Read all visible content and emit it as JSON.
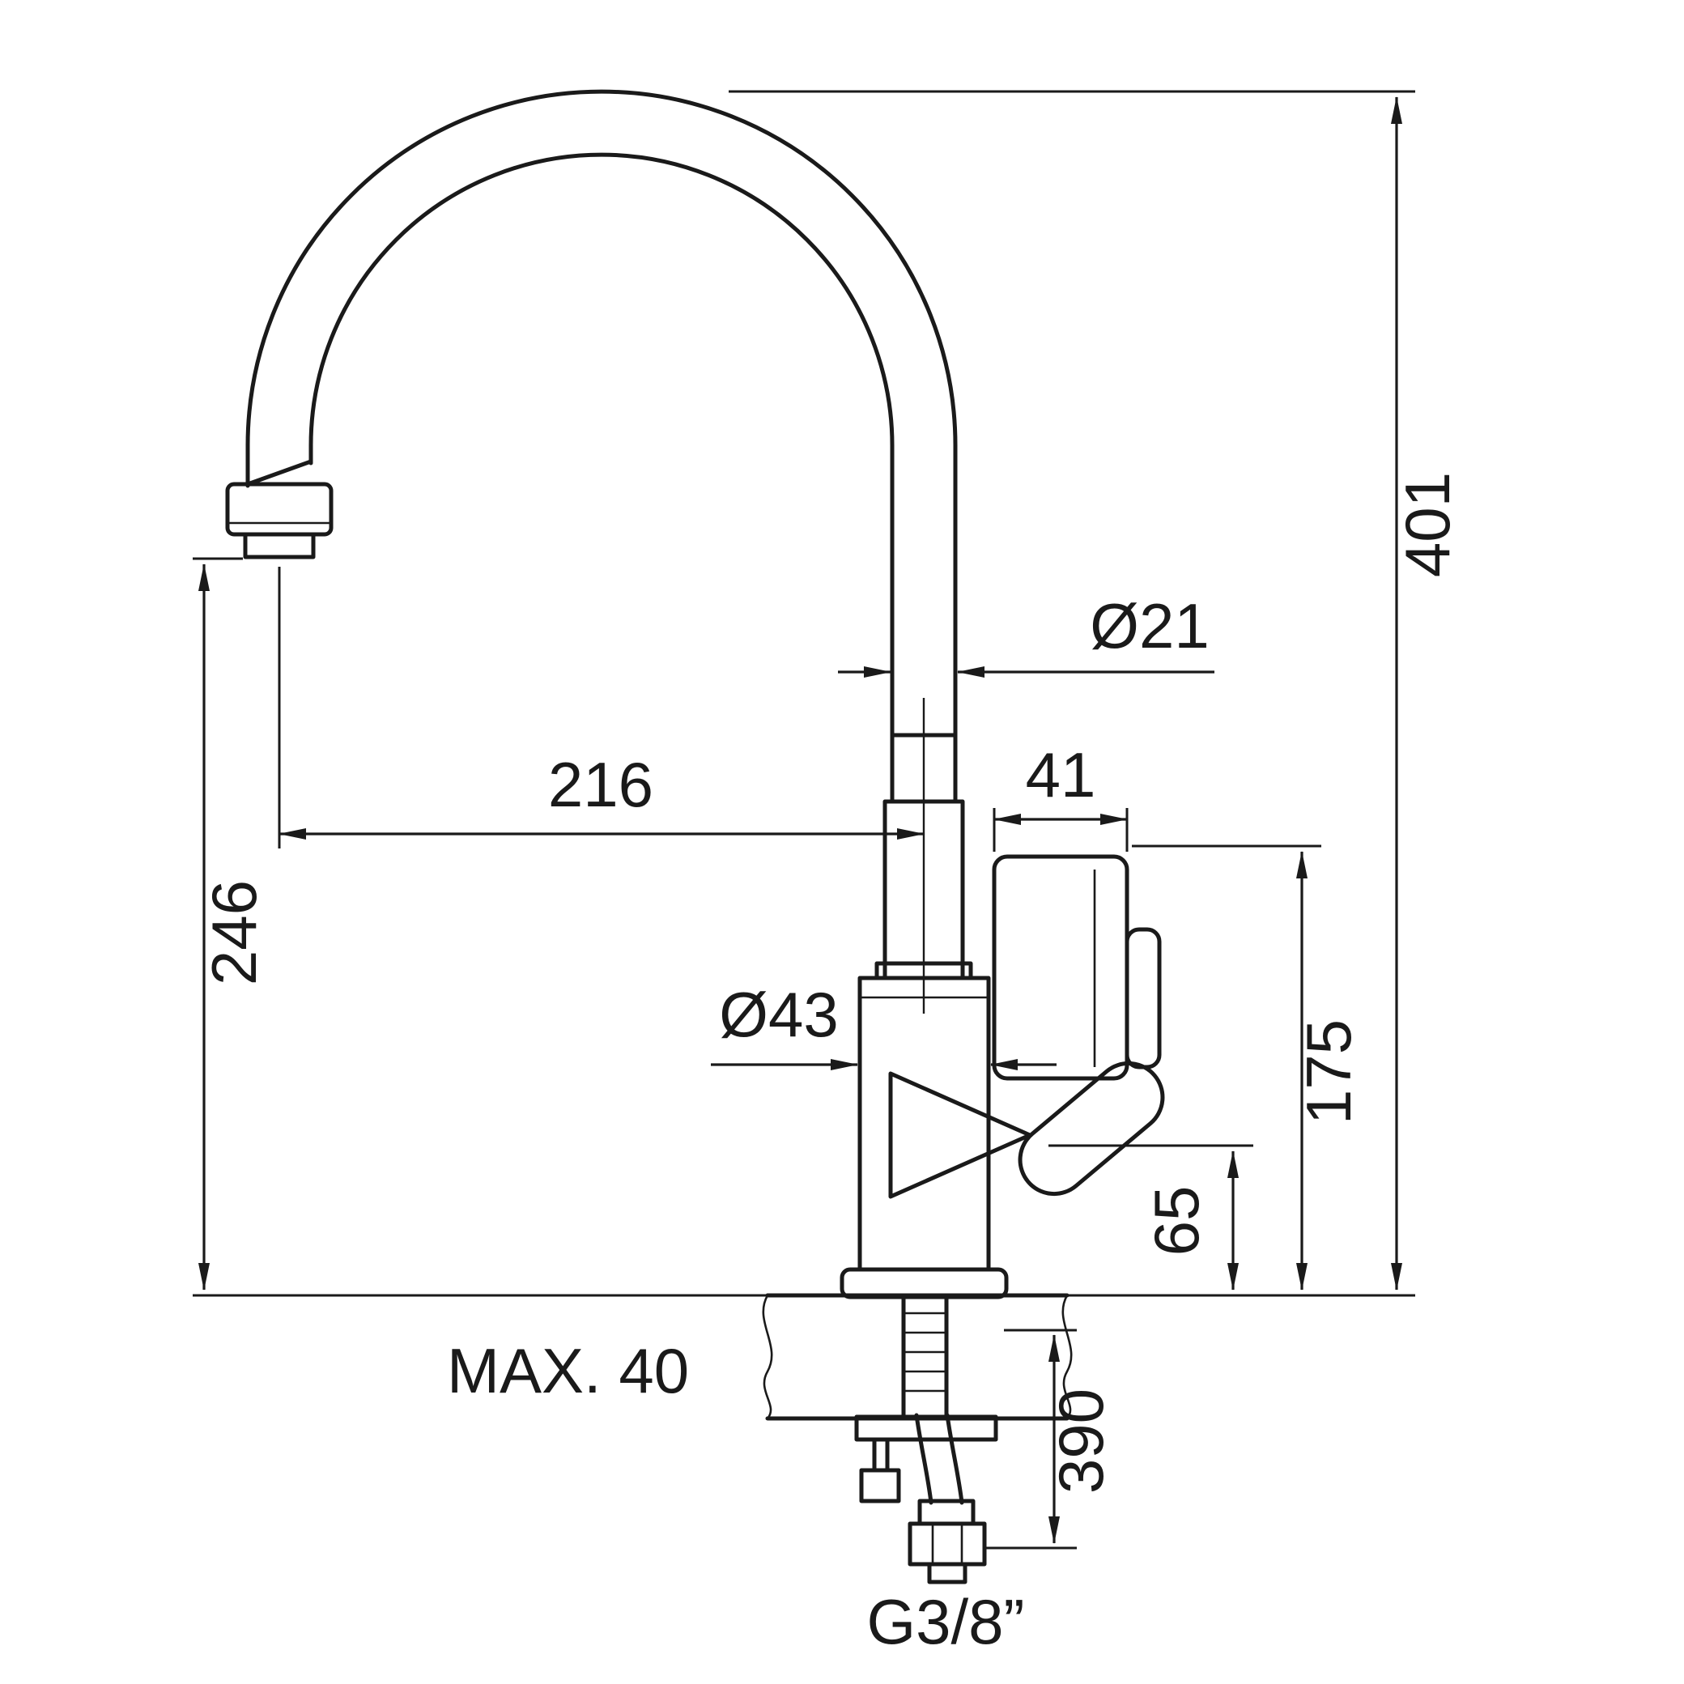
{
  "drawing": {
    "type": "faucet-dimension-drawing",
    "colors": {
      "line": "#1a1a1a",
      "background": "#ffffff"
    }
  },
  "dimensions": {
    "total_height": "401",
    "outlet_height": "246",
    "spout_reach": "216",
    "spout_diameter": "Ø21",
    "body_diameter": "Ø43",
    "handle_width": "41",
    "deck_to_top_of_body": "175",
    "handle_clearance": "65",
    "hose_length": "390",
    "max_deck_thickness": "MAX. 40",
    "connection_thread": "G3/8”"
  }
}
